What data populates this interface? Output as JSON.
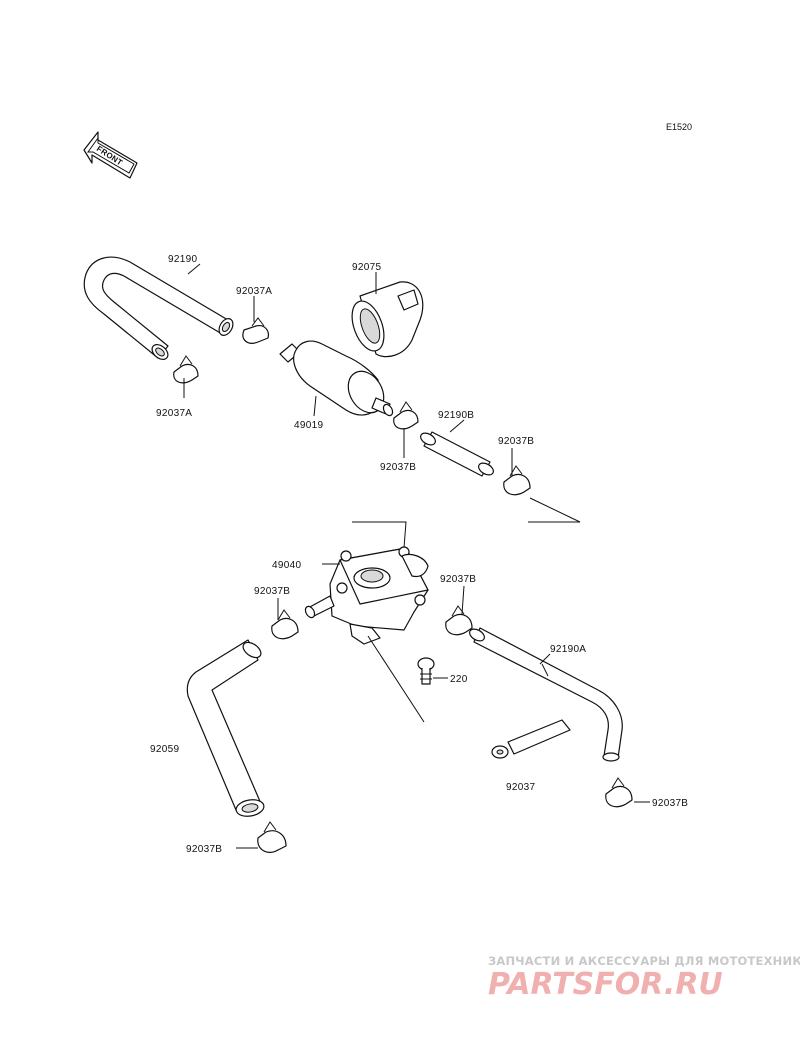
{
  "diagram": {
    "code": "E1520",
    "front_label": "FRONT",
    "parts": {
      "hose_92190": "92190",
      "clamp_92037A_top": "92037A",
      "clamp_92037A_left": "92037A",
      "band_92075": "92075",
      "filter_49019": "49019",
      "clamp_92037B_mid": "92037B",
      "hose_92190B": "92190B",
      "clamp_92037B_right": "92037B",
      "pump_49040": "49040",
      "clamp_92037B_pump_right": "92037B",
      "clamp_92037B_pump_left": "92037B",
      "hose_92190A": "92190A",
      "bolt_220": "220",
      "hose_92059": "92059",
      "bracket_92037": "92037",
      "clamp_92037B_lower_right": "92037B",
      "clamp_92037B_bottom": "92037B"
    }
  },
  "watermark": {
    "tagline": "ЗАПЧАСТИ И АКСЕССУАРЫ ДЛЯ МОТОТЕХНИКИ",
    "brand": "PARTSFOR.RU"
  }
}
